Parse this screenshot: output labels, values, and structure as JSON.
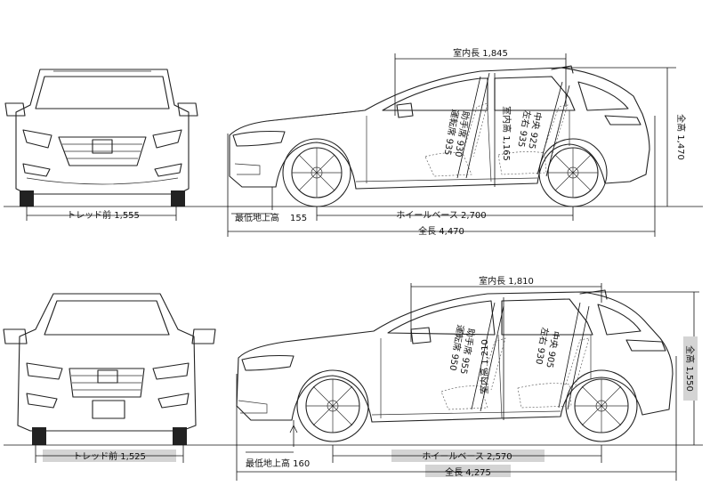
{
  "top": {
    "tread_front": "トレッド前 1,555",
    "ground_clearance": "最低地上高",
    "ground_clearance_value": "155",
    "wheelbase": "ホイールベース 2,700",
    "overall_length": "全長 4,470",
    "interior_length": "室内長 1,845",
    "overall_height": "全高 1,470",
    "interior_height": "室内高 1,165",
    "driver_seat": "運転席 935",
    "passenger_seat": "助手席 930",
    "rear_left_right": "左右 935",
    "rear_center": "中央 925"
  },
  "bottom": {
    "tread_front": "トレッド前 1,525",
    "ground_clearance": "最低地上高 160",
    "wheelbase": "ホイールベース 2,570",
    "overall_length": "全長 4,275",
    "interior_length": "室内長 1,810",
    "overall_height": "全高 1,550",
    "interior_height": "室内高 1,210",
    "driver_seat": "運転席 950",
    "passenger_seat": "助手席 955",
    "rear_left_right": "左右 930",
    "rear_center": "中央 905"
  },
  "colors": {
    "line": "#222222",
    "label_band": "#d4d4d4"
  }
}
